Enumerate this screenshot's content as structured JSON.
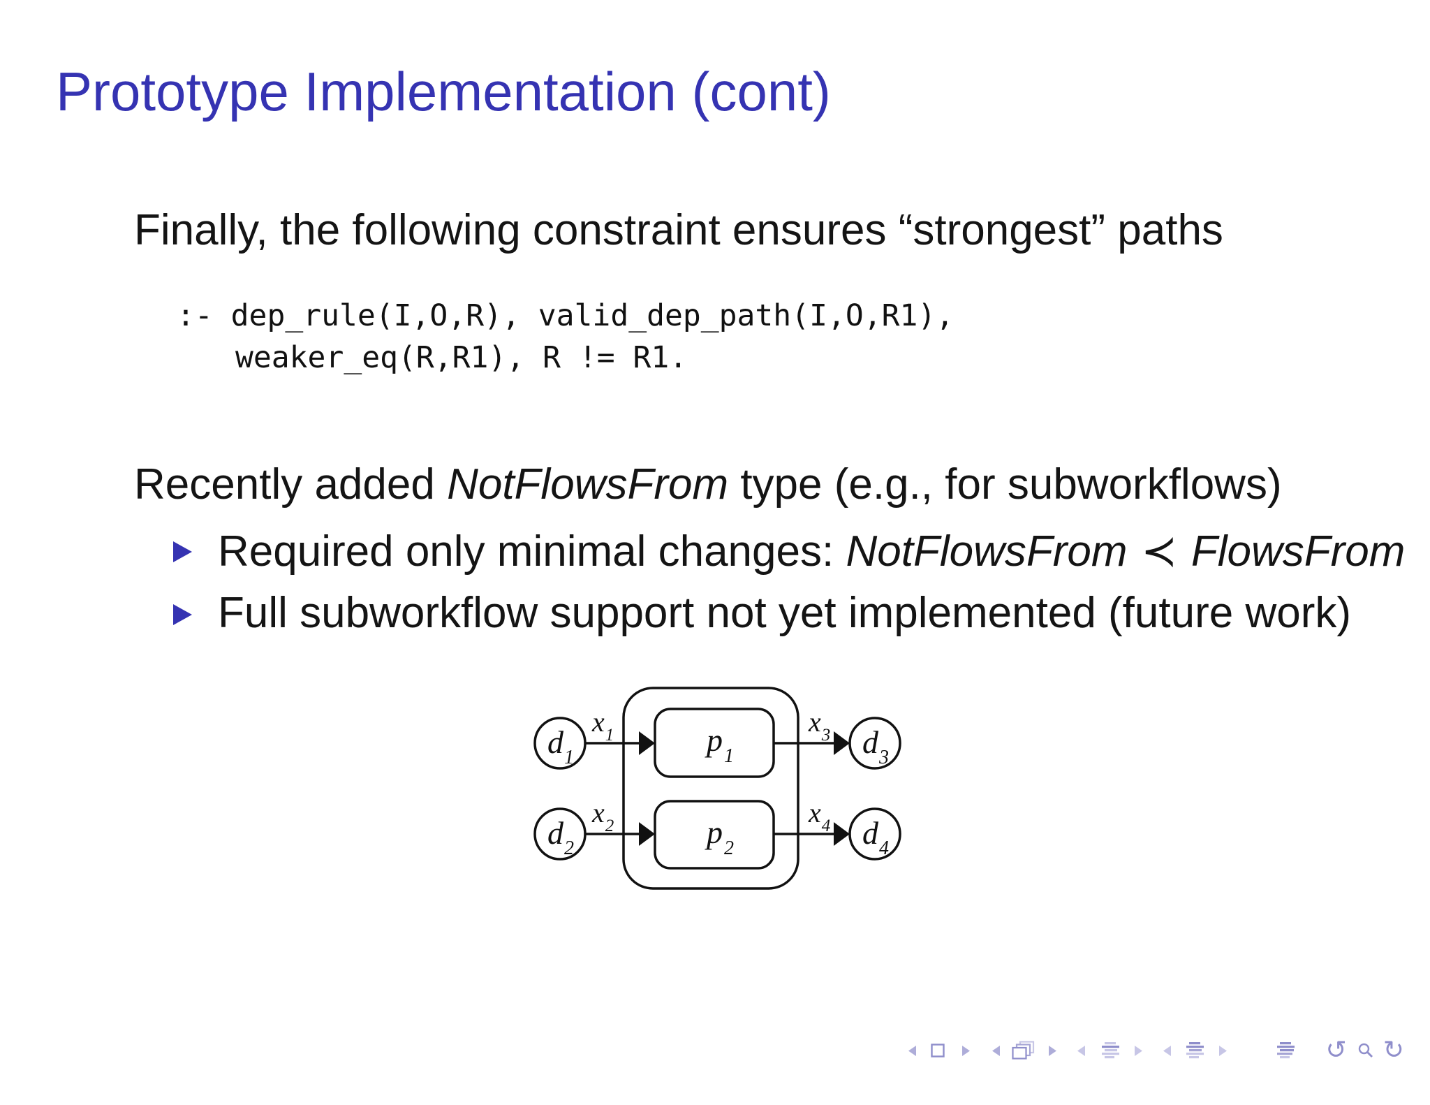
{
  "slide": {
    "title": "Prototype Implementation (cont)",
    "intro_line": "Finally, the following constraint ensures “strongest” paths",
    "code": {
      "line1": ":- dep_rule(I,O,R), valid_dep_path(I,O,R1),",
      "line2": "weaker_eq(R,R1), R != R1."
    },
    "recently": {
      "pre": "Recently added ",
      "em1": "NotFlowsFrom",
      "post": " type (e.g., for subworkflows)"
    },
    "bullets": [
      {
        "pre": "Required only minimal changes: ",
        "em1": "NotFlowsFrom",
        "mid": " ≺ ",
        "em2": "FlowsFrom",
        "post": ""
      },
      {
        "pre": "Full subworkflow support not yet implemented (future work)",
        "em1": "",
        "mid": "",
        "em2": "",
        "post": ""
      }
    ]
  },
  "diagram": {
    "data_nodes": [
      {
        "label": "d",
        "sub": "1"
      },
      {
        "label": "d",
        "sub": "2"
      },
      {
        "label": "d",
        "sub": "3"
      },
      {
        "label": "d",
        "sub": "4"
      }
    ],
    "process_nodes": [
      {
        "label": "p",
        "sub": "1"
      },
      {
        "label": "p",
        "sub": "2"
      }
    ],
    "edge_labels": [
      {
        "label": "x",
        "sub": "1"
      },
      {
        "label": "x",
        "sub": "2"
      },
      {
        "label": "x",
        "sub": "3"
      },
      {
        "label": "x",
        "sub": "4"
      }
    ]
  },
  "nav": {
    "undo_glyph": "↺",
    "redo_glyph": "↻"
  },
  "colors": {
    "title_blue": "#3533b2",
    "bullet_blue": "#3533b2",
    "body_text": "#141414",
    "diagram_stroke": "#111111",
    "nav_purple": "#8f8ecb",
    "nav_purple_light": "#c7c6e6",
    "background": "#ffffff"
  }
}
